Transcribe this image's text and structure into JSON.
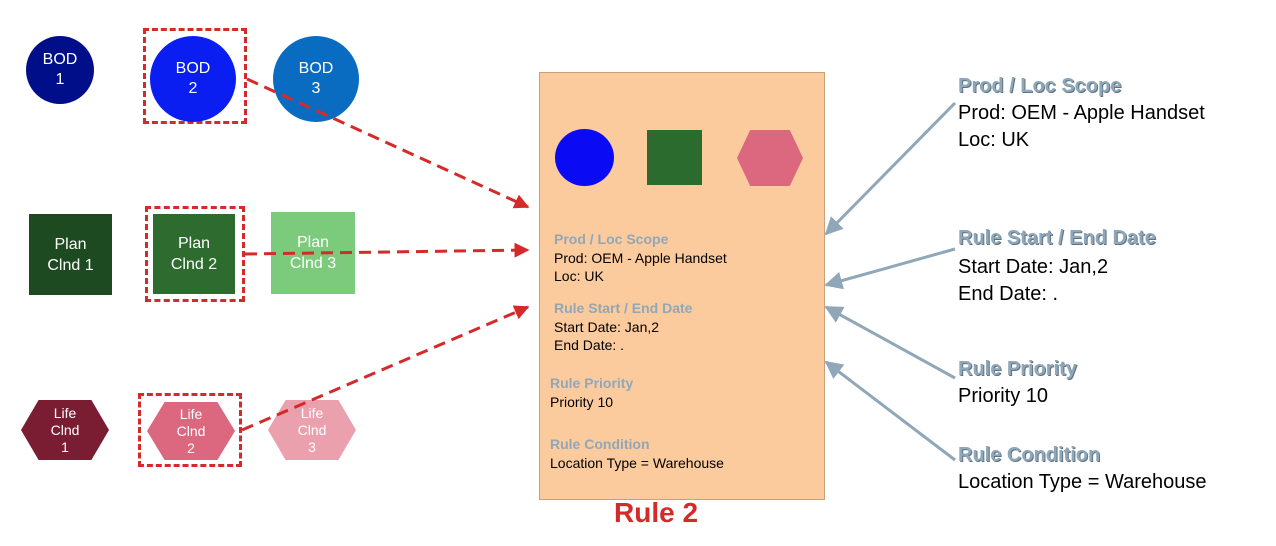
{
  "bods": [
    {
      "line1": "BOD",
      "line2": "1",
      "color": "#000e8a"
    },
    {
      "line1": "BOD",
      "line2": "2",
      "color": "#0a1ef2"
    },
    {
      "line1": "BOD",
      "line2": "3",
      "color": "#0a6cc0"
    }
  ],
  "plans": [
    {
      "line1": "Plan",
      "line2": "Clnd 1",
      "color": "#1e4a21"
    },
    {
      "line1": "Plan",
      "line2": "Clnd 2",
      "color": "#2d6b2f"
    },
    {
      "line1": "Plan",
      "line2": "Clnd 3",
      "color": "#7cca7c"
    }
  ],
  "lifes": [
    {
      "line1": "Life",
      "line2": "Clnd",
      "line3": "1",
      "color": "#7a1d33"
    },
    {
      "line1": "Life",
      "line2": "Clnd",
      "line3": "2",
      "color": "#dc687f"
    },
    {
      "line1": "Life",
      "line2": "Clnd",
      "line3": "3",
      "color": "#eba0ae"
    }
  ],
  "card": {
    "colors": {
      "circle": "#0a0af5",
      "square": "#2c6b2e",
      "hexagon": "#dc687f",
      "background": "#fccb9d"
    },
    "scope": {
      "title": "Prod / Loc Scope",
      "prod": "Prod: OEM - Apple Handset",
      "loc": "Loc: UK"
    },
    "dates": {
      "title": "Rule Start / End Date",
      "start": "Start Date: Jan,2",
      "end": "End Date: ."
    },
    "priority": {
      "title": "Rule Priority",
      "value": "Priority 10"
    },
    "condition": {
      "title": "Rule Condition",
      "value": "Location Type = Warehouse"
    }
  },
  "rule_label": "Rule 2",
  "annotations": {
    "scope": {
      "title": "Prod / Loc Scope",
      "line1": "Prod: OEM - Apple Handset",
      "line2": "Loc: UK"
    },
    "dates": {
      "title": "Rule Start / End Date",
      "line1": "Start Date: Jan,2",
      "line2": "End Date: ."
    },
    "priority": {
      "title": "Rule Priority",
      "line1": "Priority 10"
    },
    "condition": {
      "title": "Rule Condition",
      "line1": "Location Type = Warehouse"
    }
  }
}
